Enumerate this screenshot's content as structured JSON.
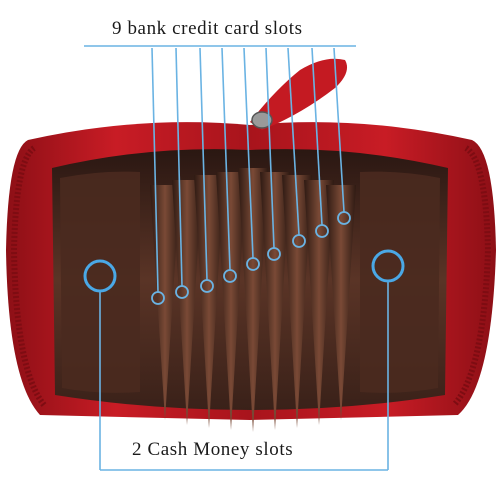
{
  "annotations": {
    "top_label": "9 bank credit card slots",
    "bottom_label": "2 Cash Money slots",
    "leader_color": "#6ab3e3",
    "card_slot_count": 9,
    "cash_slot_count": 2
  },
  "product": {
    "leather_color": "#c41a22",
    "lining_color": "#4a2a20",
    "zipper_color": "#8a1016"
  }
}
